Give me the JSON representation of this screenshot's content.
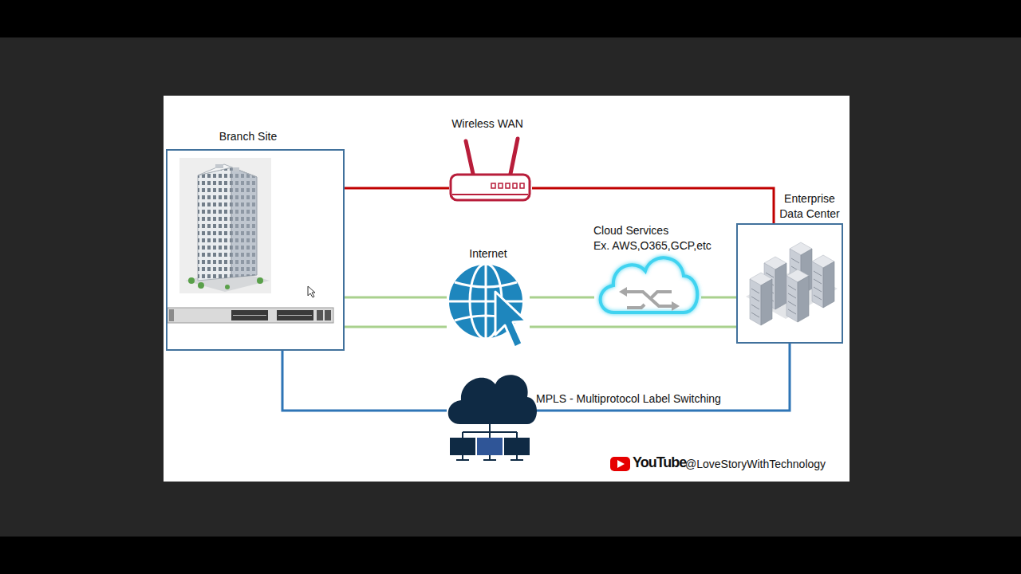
{
  "diagram": {
    "nodes": [
      {
        "text": [
          "Branch Site"
        ]
      },
      {
        "text": [
          "Wireless WAN"
        ]
      },
      {
        "text": [
          "Internet"
        ]
      },
      {
        "text": [
          "Cloud Services",
          "Ex. AWS,O365,GCP,etc"
        ]
      },
      {
        "text": [
          "Enterprise Data Center"
        ]
      },
      {
        "text": [
          "MPLS - Multiprotocol Label Switching"
        ]
      }
    ],
    "edges": [
      {
        "from": 0,
        "to": 1,
        "arrow": "none"
      },
      {
        "from": 1,
        "to": 4,
        "arrow": "none"
      },
      {
        "from": 0,
        "to": 2,
        "arrow": "none"
      },
      {
        "from": 2,
        "to": 3,
        "arrow": "none"
      },
      {
        "from": 3,
        "to": 4,
        "arrow": "none"
      },
      {
        "from": 0,
        "to": 2,
        "arrow": "none"
      },
      {
        "from": 2,
        "to": 4,
        "arrow": "none"
      },
      {
        "from": 0,
        "to": 5,
        "arrow": "none"
      },
      {
        "from": 5,
        "to": 4,
        "arrow": "none"
      }
    ],
    "labels": [
      "YouTube",
      "@LoveStoryWithTechnology"
    ]
  }
}
